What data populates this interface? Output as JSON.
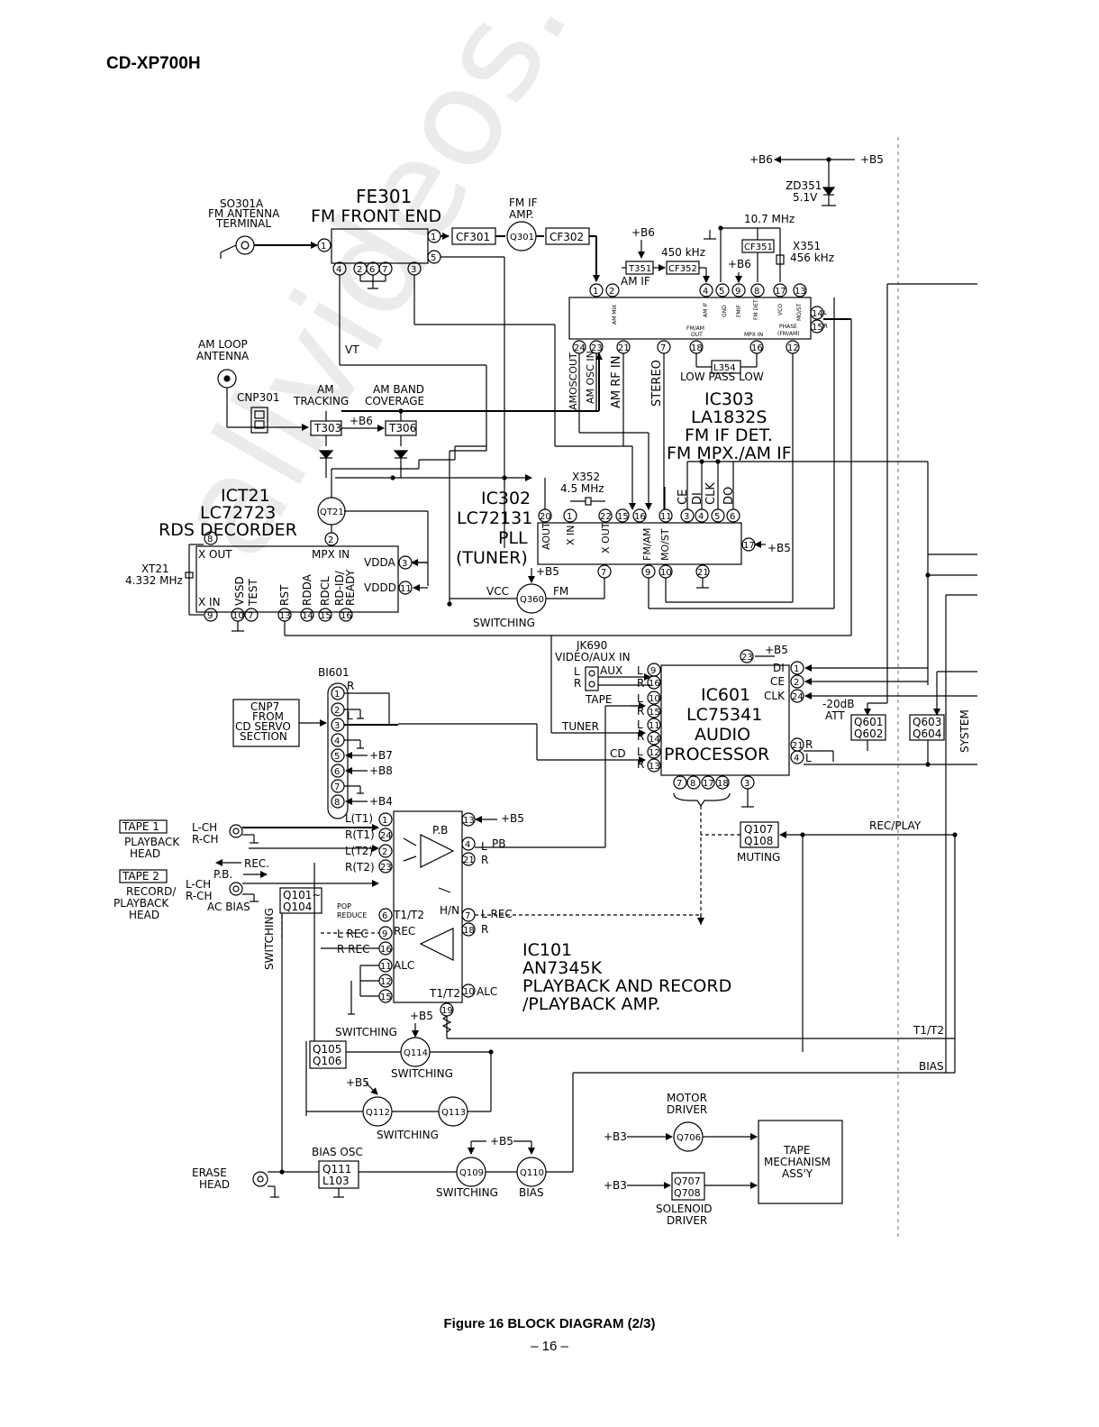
{
  "header": {
    "model": "CD-XP700H"
  },
  "caption": "Figure 16 BLOCK DIAGRAM (2/3)",
  "page_number": "– 16 –",
  "watermark": "allvideos.com",
  "fe301": {
    "ref": "FE301",
    "name": "FM FRONT END"
  },
  "so301a": {
    "ref": "SO301A",
    "line1": "FM ANTENNA",
    "line2": "TERMINAL"
  },
  "fm_if_amp": {
    "line1": "FM IF",
    "line2": "AMP."
  },
  "cf301": "CF301",
  "cf302": "CF302",
  "q301": "Q301",
  "t351": "T351",
  "cf352": "CF352",
  "cf351": "CF351",
  "khz450": "450 kHz",
  "mhz107": "10.7 MHz",
  "x351": {
    "ref": "X351",
    "freq": "456 kHz"
  },
  "zd351": {
    "ref": "ZD351",
    "volt": "5.1V"
  },
  "am_if": "AM IF",
  "b6": "+B6",
  "b5": "+B5",
  "b3": "+B3",
  "b4": "+B4",
  "b7": "+B7",
  "b8": "+B8",
  "vt": "VT",
  "am_loop": {
    "line1": "AM LOOP",
    "line2": "ANTENNA"
  },
  "cnp301": "CNP301",
  "am_tracking": {
    "line1": "AM",
    "line2": "TRACKING"
  },
  "am_band": {
    "line1": "AM BAND",
    "line2": "COVERAGE"
  },
  "t303": "T303",
  "t306": "T306",
  "l354": "L354",
  "low_pass": "LOW PASS LOW",
  "ic303": {
    "ref": "IC303",
    "part": "LA1832S",
    "func1": "FM IF DET.",
    "func2": "FM MPX./AM IF"
  },
  "ic303_pins": {
    "ammix": "AM MIX",
    "amif": "AM IF",
    "gnd": "GND",
    "fmif": "FMIF",
    "fmdet": "FM DET",
    "vco": "VCO",
    "most": "MO/ST",
    "phase": "PHASE",
    "phase2": "(FM/AM)",
    "fmam_out": "FM/AM",
    "out": "OUT",
    "mpx_in": "MPX IN"
  },
  "ic303_lbl_vert": {
    "amosc_out": "AMOSCOUT",
    "amosc_in": "AM OSC IN",
    "am_rf_in": "AM RF IN",
    "stereo": "STEREO"
  },
  "x352": {
    "ref": "X352",
    "freq": "4.5 MHz"
  },
  "ict21": {
    "ref": "ICT21",
    "part": "LC72723",
    "func": "RDS DECORDER"
  },
  "ict21_pins": {
    "xout": "X OUT",
    "mpxin": "MPX IN",
    "xin": "X IN",
    "vdda": "VDDA",
    "vddd": "VDDD",
    "vssd": "VSSD",
    "test": "TEST",
    "rst": "RST",
    "rdda": "RDDA",
    "rdcl": "RDCL",
    "rdid": "RD-ID/",
    "ready": "READY"
  },
  "qt21": "QT21",
  "xt21": {
    "ref": "XT21",
    "freq": "4.332 MHz"
  },
  "ic302": {
    "ref": "IC302",
    "part": "LC72131",
    "func1": "PLL",
    "func2": "(TUNER)"
  },
  "ic302_pins": {
    "aout": "AOUT",
    "xin": "X IN",
    "xout": "X OUT",
    "fmam": "FM/AM",
    "most": "MO/ST",
    "ce": "CE",
    "di": "DI",
    "clk": "CLK",
    "do": "DO"
  },
  "vcc": "VCC",
  "fm": "FM",
  "switching": "SWITCHING",
  "q360": "Q360",
  "jk690": {
    "ref": "JK690",
    "name": "VIDEO/AUX IN",
    "aux": "AUX"
  },
  "l": "L",
  "r": "R",
  "ic601": {
    "ref": "IC601",
    "part": "LC75341",
    "func1": "AUDIO",
    "func2": "PROCESSOR"
  },
  "ic601_pins": {
    "tape": "TAPE",
    "tuner": "TUNER",
    "cd": "CD",
    "di": "DI",
    "ce": "CE",
    "clk": "CLK"
  },
  "att": {
    "line1": "-20dB",
    "line2": "ATT"
  },
  "q601": "Q601",
  "q602": "Q602",
  "q603": "Q603",
  "q604": "Q604",
  "system": "SYSTEM",
  "bi601": "BI601",
  "cnp7": {
    "line1": "CNP7",
    "line2": "FROM",
    "line3": "CD SERVO",
    "line4": "SECTION"
  },
  "tape1": {
    "name": "TAPE 1",
    "line1": "PLAYBACK",
    "line2": "HEAD"
  },
  "tape2": {
    "name": "TAPE 2",
    "line1": "RECORD/",
    "line2": "PLAYBACK",
    "line3": "HEAD"
  },
  "lch": "L-CH",
  "rch": "R-CH",
  "rec": "REC.",
  "pb": "P.B.",
  "ac_bias": "AC BIAS",
  "q101": "Q101~",
  "q104": "Q104",
  "ic101": {
    "ref": "IC101",
    "part": "AN7345K",
    "func1": "PLAYBACK AND RECORD",
    "func2": "/PLAYBACK AMP."
  },
  "ic101_pins": {
    "lt1": "L(T1)",
    "rt1": "R(T1)",
    "lt2": "L(T2)",
    "rt2": "R(T2)",
    "pb": "P.B",
    "pop1": "POP",
    "pop2": "REDUCE",
    "t1t2": "T1/T2",
    "hn": "H/N",
    "rec": "REC",
    "lrec": "L REC",
    "rrec": "R REC",
    "alc": "ALC",
    "pb_out": "PB",
    "lrec2": "L REC"
  },
  "q107": "Q107",
  "q108": "Q108",
  "muting": "MUTING",
  "rec_play": "REC/PLAY",
  "t1t2_line": "T1/T2",
  "bias": "BIAS",
  "q105": "Q105",
  "q106": "Q106",
  "q114": "Q114",
  "q112": "Q112",
  "q113": "Q113",
  "bias_osc": "BIAS OSC",
  "q111": "Q111",
  "l103": "L103",
  "q109": "Q109",
  "q110": "Q110",
  "erase": {
    "line1": "ERASE",
    "line2": "HEAD"
  },
  "bias_lbl": "BIAS",
  "motor": {
    "line1": "MOTOR",
    "line2": "DRIVER"
  },
  "q706": "Q706",
  "q707": "Q707",
  "q708": "Q708",
  "solenoid": {
    "line1": "SOLENOID",
    "line2": "DRIVER"
  },
  "tape_mech": {
    "line1": "TAPE",
    "line2": "MECHANISM",
    "line3": "ASS'Y"
  }
}
